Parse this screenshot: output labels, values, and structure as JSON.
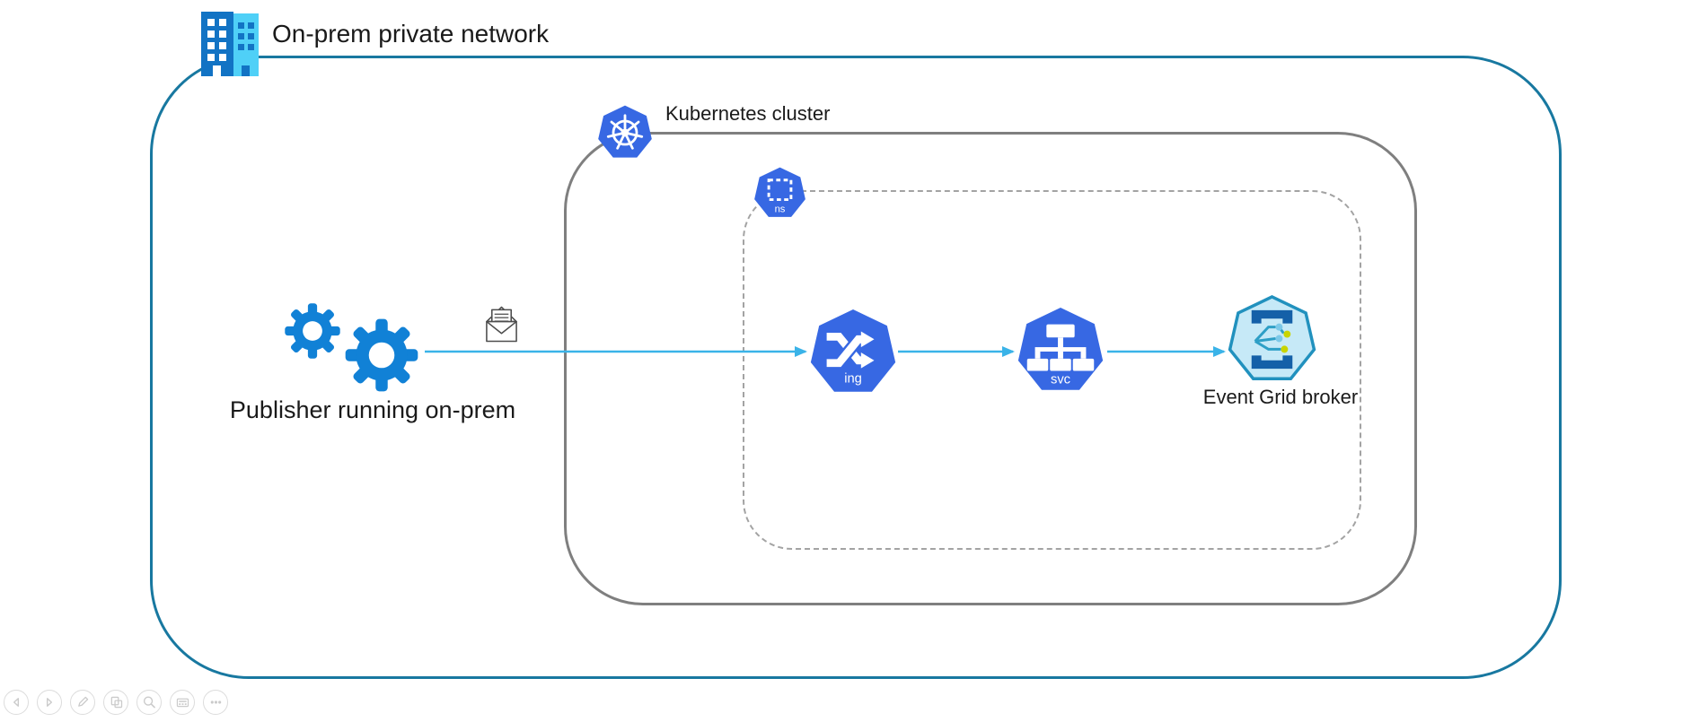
{
  "network": {
    "label": "On-prem private network"
  },
  "cluster": {
    "label": "Kubernetes cluster"
  },
  "namespace": {
    "label": "ns"
  },
  "publisher": {
    "label": "Publisher running on-prem"
  },
  "flow": {
    "ingress_label": "ing",
    "service_label": "svc",
    "event_grid_label": "Event Grid broker"
  },
  "colors": {
    "outer_border": "#1878A0",
    "cluster_border": "#7F7F7F",
    "namespace_border": "#A3A3A3",
    "k8s_blue": "#3768E3",
    "gear_blue": "#1181D6",
    "arrow_blue": "#3AB3E8",
    "building_dark": "#1273C4",
    "building_light": "#4FD0F7",
    "eventgrid_fill": "#C6E9F7",
    "eventgrid_stroke": "#2191BE",
    "eventgrid_bracket": "#1460A8",
    "dot_yellow": "#C9D400",
    "dot_lightblue": "#7CC8E8",
    "text": "#1a1a1a"
  },
  "toolbar": {
    "buttons": [
      "back",
      "forward",
      "edit",
      "copy",
      "zoom",
      "keyboard",
      "more"
    ]
  }
}
